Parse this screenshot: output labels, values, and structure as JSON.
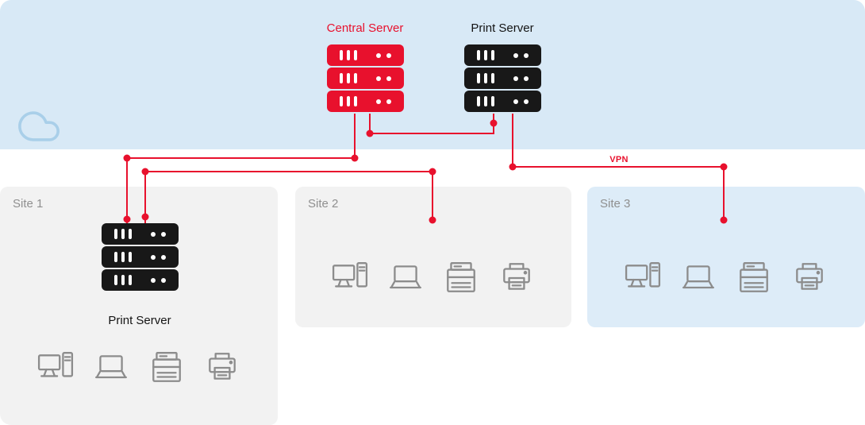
{
  "colors": {
    "accent_red": "#e8112d",
    "server_black": "#181818",
    "cloud_band_blue": "#d8e9f6",
    "site_gray": "#f2f2f2",
    "site_blue": "#ddecf8",
    "icon_gray": "#8c8c8c",
    "label_gray": "#8f8f8f"
  },
  "cloud": {
    "central_server": {
      "label": "Central Server"
    },
    "print_server": {
      "label": "Print Server"
    }
  },
  "sites": [
    {
      "label": "Site 1",
      "print_server_label": "Print Server",
      "devices": [
        "desktop-computer-icon",
        "laptop-icon",
        "mfp-icon",
        "printer-icon"
      ]
    },
    {
      "label": "Site 2",
      "devices": [
        "desktop-computer-icon",
        "laptop-icon",
        "mfp-icon",
        "printer-icon"
      ]
    },
    {
      "label": "Site 3",
      "devices": [
        "desktop-computer-icon",
        "laptop-icon",
        "mfp-icon",
        "printer-icon"
      ]
    }
  ],
  "connections": {
    "vpn_label": "VPN",
    "line_color": "#e8112d",
    "edges": [
      {
        "from": "central-server",
        "to": "cloud-print-server"
      },
      {
        "from": "central-server",
        "to": "site1-print-server"
      },
      {
        "from": "site1-print-server",
        "to": "site2-devices"
      },
      {
        "from": "cloud-print-server",
        "to": "site3-devices",
        "label": "VPN"
      }
    ]
  }
}
